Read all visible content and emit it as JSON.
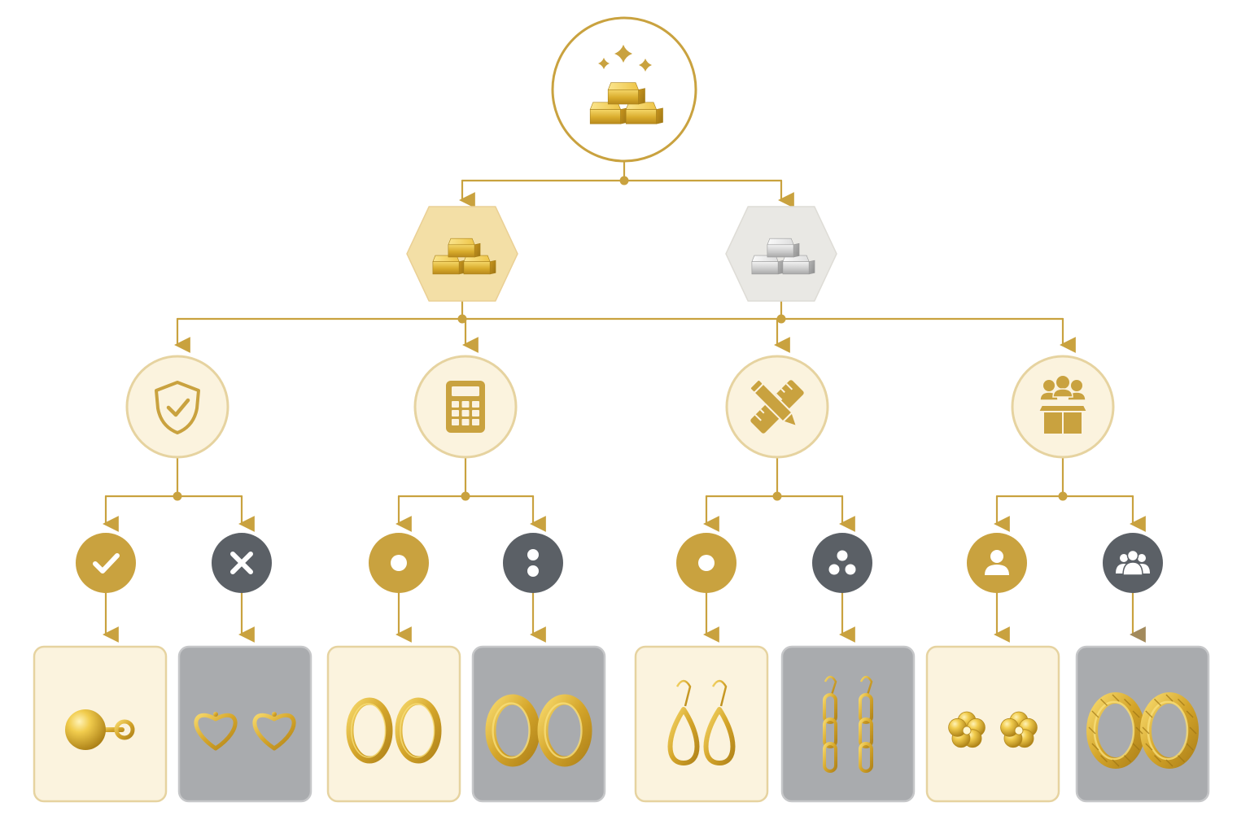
{
  "colors": {
    "gold": "#c9a23f",
    "gold_dark": "#a9832a",
    "gold_light": "#f6ecd3",
    "cream": "#fbf3de",
    "cream_border": "#e6d3a0",
    "slate": "#5b6066",
    "grey_box": "#a9abae",
    "grey_box_border": "#c6c7c9",
    "silver_hex": "#e9e8e4",
    "white": "#ffffff"
  },
  "root": {
    "icon": "gold-bars-sparkles-icon"
  },
  "metals": [
    {
      "key": "gold",
      "icon": "gold-bars-icon",
      "style": "gold"
    },
    {
      "key": "silver",
      "icon": "silver-bars-icon",
      "style": "silver"
    }
  ],
  "criteria": [
    {
      "key": "quality",
      "icon": "shield-check-icon",
      "parent": "gold"
    },
    {
      "key": "budget",
      "icon": "calculator-icon",
      "parent": "gold"
    },
    {
      "key": "design",
      "icon": "ruler-pencil-icon",
      "parent": "silver"
    },
    {
      "key": "audience",
      "icon": "group-box-icon",
      "parent": "silver"
    }
  ],
  "options": [
    {
      "icon": "check-icon",
      "tone": "gold",
      "product": "ball-stud-earrings",
      "box": "cream"
    },
    {
      "icon": "x-icon",
      "tone": "slate",
      "product": "heart-outline-earrings",
      "box": "grey"
    },
    {
      "icon": "single-dot-icon",
      "tone": "gold",
      "product": "slim-hoop-earrings",
      "box": "cream"
    },
    {
      "icon": "two-dots-icon",
      "tone": "slate",
      "product": "chunky-hoop-earrings",
      "box": "grey"
    },
    {
      "icon": "single-dot-icon",
      "tone": "gold",
      "product": "teardrop-drop-earrings",
      "box": "cream"
    },
    {
      "icon": "three-dots-icon",
      "tone": "slate",
      "product": "chain-link-earrings",
      "box": "grey"
    },
    {
      "icon": "person-icon",
      "tone": "gold",
      "product": "flower-stud-earrings",
      "box": "cream"
    },
    {
      "icon": "people-group-icon",
      "tone": "slate",
      "product": "twisted-hoop-earrings",
      "box": "grey"
    }
  ]
}
